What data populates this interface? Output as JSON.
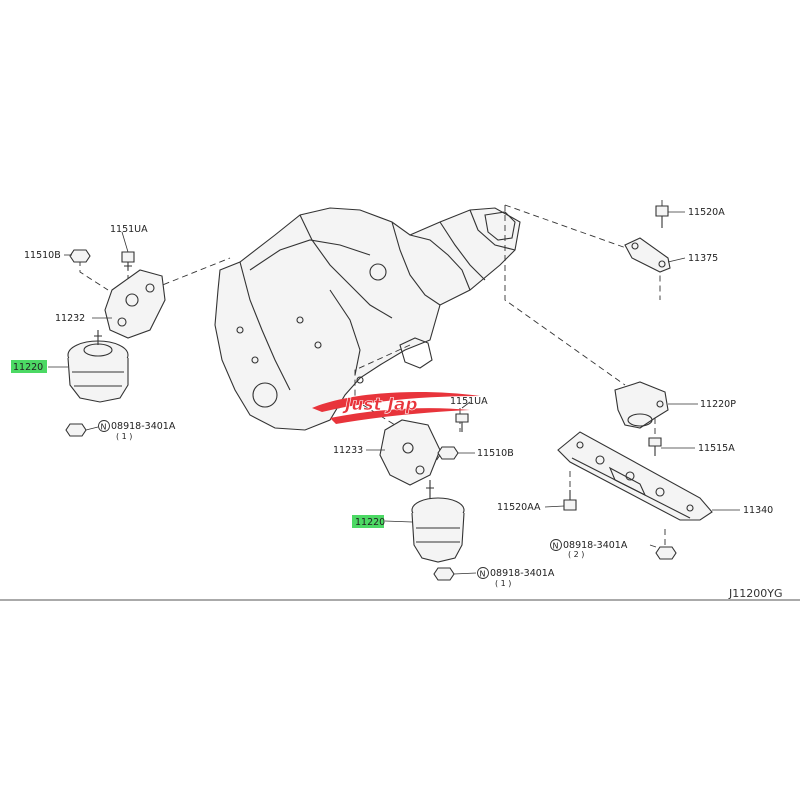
{
  "diagram": {
    "figure_code": "J11200YG",
    "logo_text": "Just Jap",
    "colors": {
      "highlight": "#4cd964",
      "logo": "#e8343b",
      "line": "#333333"
    },
    "labels": {
      "l11510B_top": "11510B",
      "l1151UA_top": "1151UA",
      "l11232": "11232",
      "l11220_left": "11220",
      "l08918_left": "08918-3401A",
      "l08918_left_qty": "( 1 )",
      "l11520A": "11520A",
      "l11375": "11375",
      "l1151UA_mid": "1151UA",
      "l11233": "11233",
      "l11510B_mid": "11510B",
      "l11220P": "11220P",
      "l11515A": "11515A",
      "l11520AA": "11520AA",
      "l11340": "11340",
      "l11220_center": "11220",
      "l08918_right": "08918-3401A",
      "l08918_right_qty": "( 2 )",
      "l08918_center": "08918-3401A",
      "l08918_center_qty": "( 1 )"
    },
    "nut_symbol": "N"
  }
}
